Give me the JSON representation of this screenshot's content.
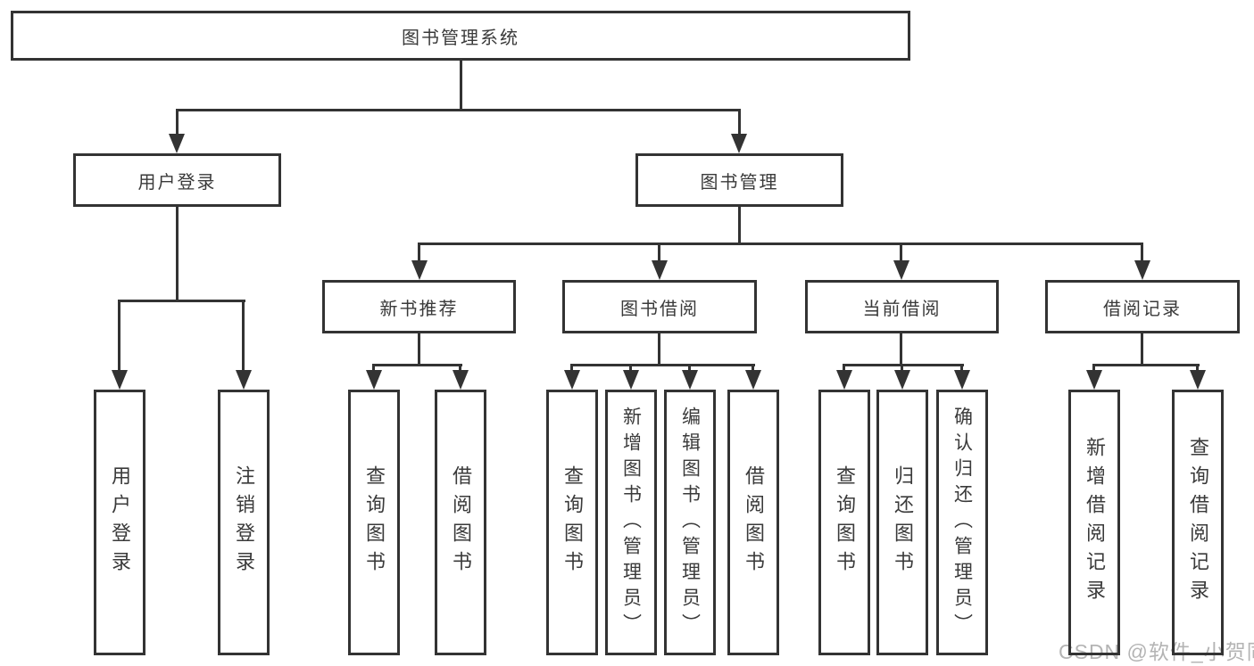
{
  "diagram": {
    "root": "图书管理系统",
    "level2": {
      "user_login_group": "用户登录",
      "book_management": "图书管理"
    },
    "level3": {
      "new_book_recommend": "新书推荐",
      "book_borrow": "图书借阅",
      "current_borrow": "当前借阅",
      "borrow_records": "借阅记录"
    },
    "leaves": {
      "user_login": "用户登录",
      "logout": "注销登录",
      "nb_query_books": "查询图书",
      "nb_borrow_books": "借阅图书",
      "bb_query_books": "查询图书",
      "bb_add_book_admin": "新增图书（管理员）",
      "bb_edit_book_admin": "编辑图书（管理员）",
      "bb_borrow_books": "借阅图书",
      "cb_query_books": "查询图书",
      "cb_return_book": "归还图书",
      "cb_confirm_return_admin": "确认归还（管理员）",
      "br_add_record": "新增借阅记录",
      "br_query_record": "查询借阅记录"
    }
  },
  "watermark": "CSDN @软件_小贺同学",
  "colors": {
    "line": "#333333",
    "text": "#3a3a3a",
    "watermark": "#b4b4b4",
    "background": "#ffffff"
  }
}
